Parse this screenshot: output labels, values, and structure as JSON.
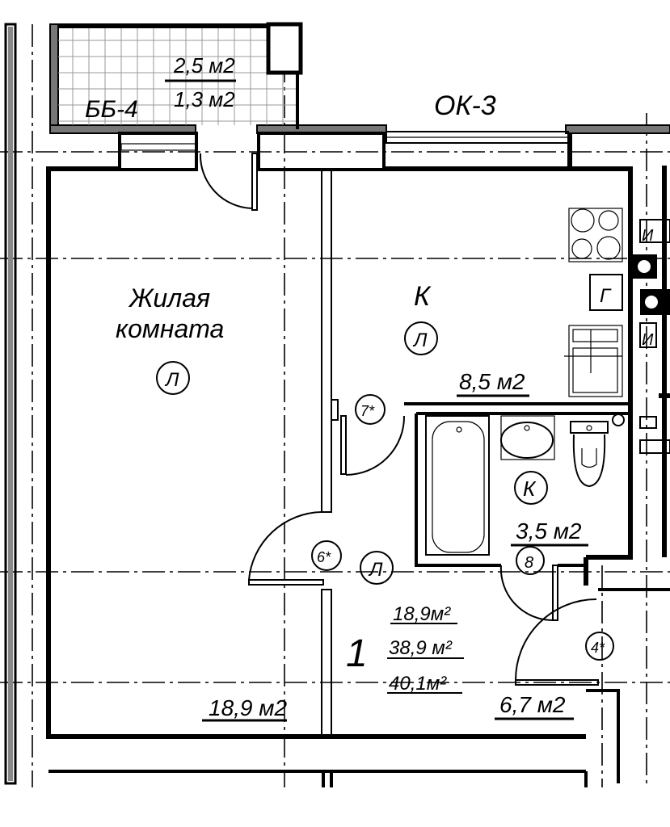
{
  "balcony": {
    "code": "ББ-4",
    "area_total": "2,5 м2",
    "area_reduced": "1,3 м2"
  },
  "window_code": "ОК-3",
  "living_room": {
    "name_line1": "Жилая",
    "name_line2": "комната",
    "floor_mark": "Л",
    "area": "18,9 м2"
  },
  "kitchen": {
    "name": "К",
    "floor_mark": "Л",
    "area": "8,5 м2",
    "stove_mark": "Г"
  },
  "bathroom": {
    "floor_mark": "К",
    "area": "3,5 м2"
  },
  "hallway": {
    "floor_mark": "Л",
    "area": "6,7 м2"
  },
  "doors": {
    "d7": "7*",
    "d6": "6*",
    "d8": "8",
    "d4": "4*"
  },
  "riser_mark": "И",
  "apartment": {
    "number": "1",
    "living_area": "18,9м²",
    "total_area": "38,9 м²",
    "total_with_balcony": "40,1м²"
  }
}
